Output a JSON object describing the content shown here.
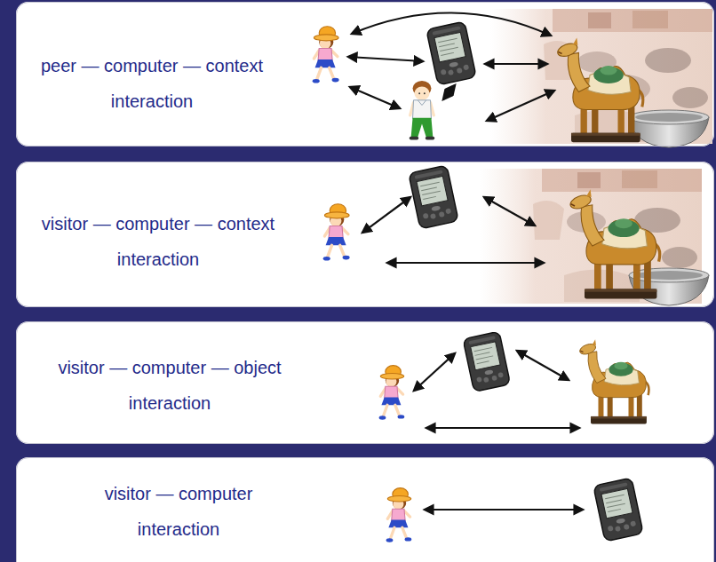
{
  "diagram": {
    "nodes": [
      {
        "text": [
          "peer — computer — context interaction"
        ]
      },
      {
        "text": [
          "visitor — computer — context interaction"
        ]
      },
      {
        "text": [
          "visitor — computer — object interaction"
        ]
      },
      {
        "text": [
          "visitor — computer interaction"
        ]
      }
    ]
  }
}
